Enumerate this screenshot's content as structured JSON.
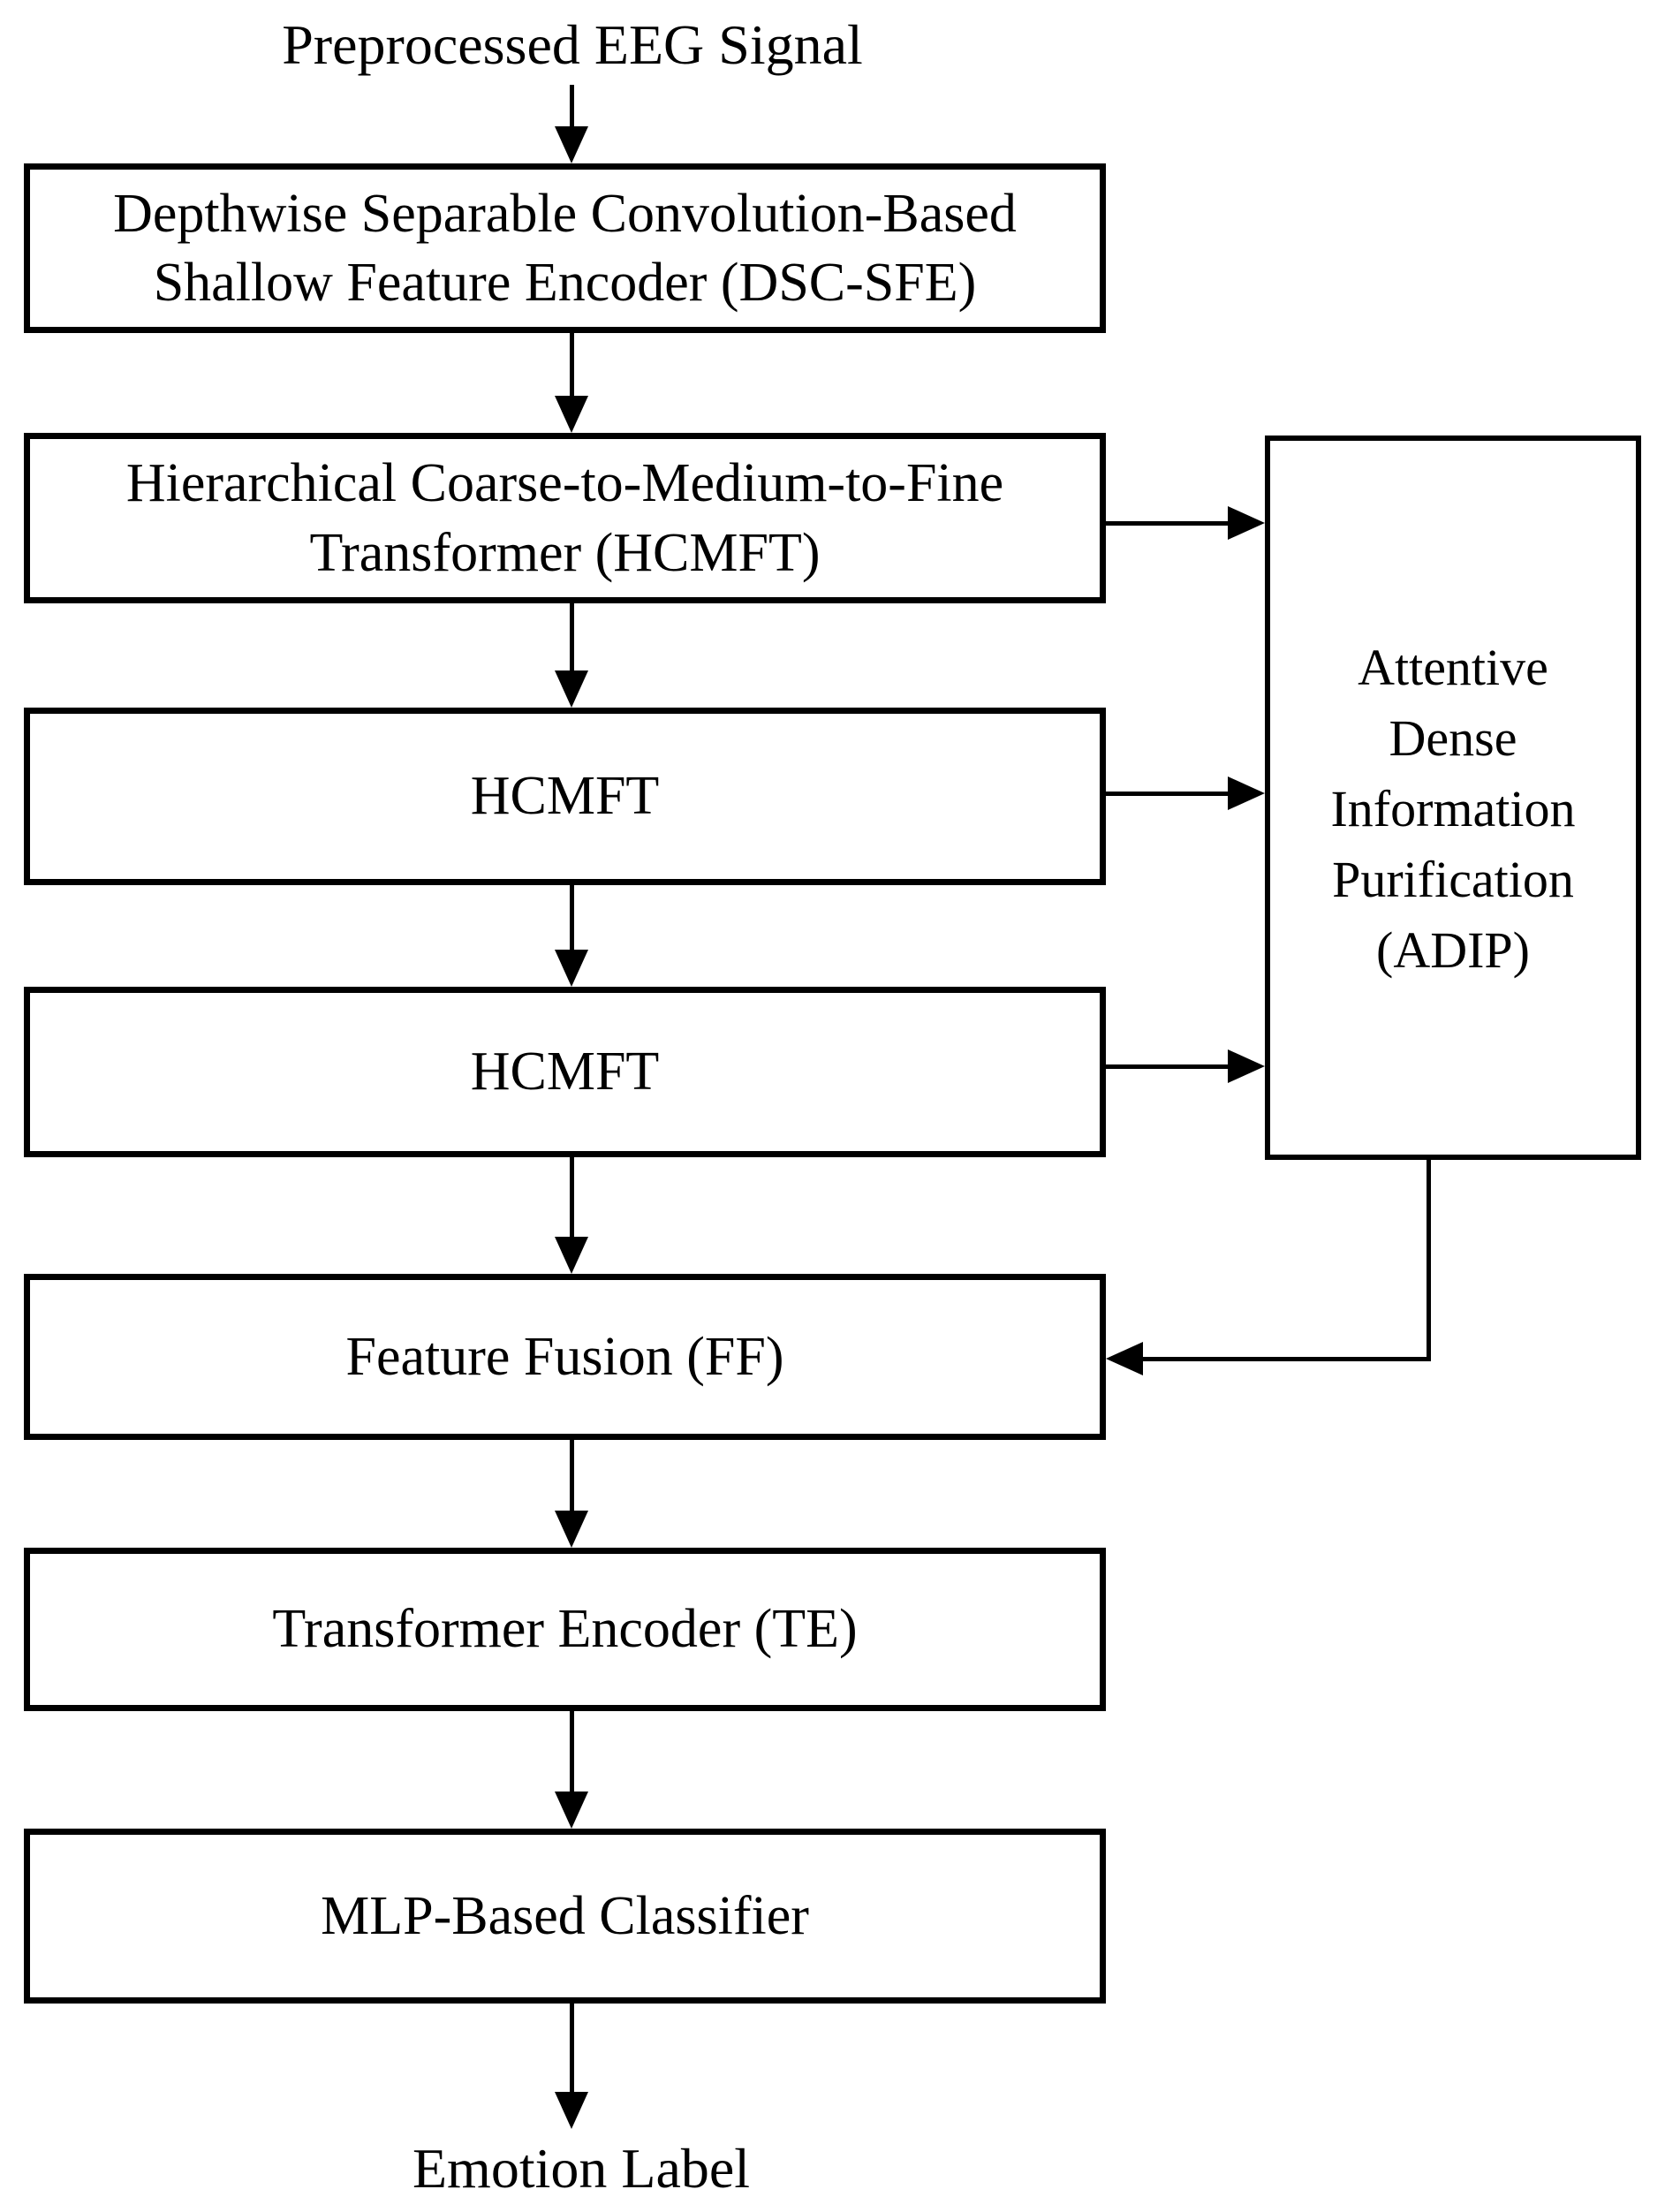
{
  "diagram": {
    "top_label": "Preprocessed EEG Signal",
    "bottom_label": "Emotion Label",
    "main_boxes": [
      {
        "id": "dsc-sfe",
        "label": "Depthwise Separable Convolution-Based\nShallow Feature Encoder (DSC-SFE)"
      },
      {
        "id": "hcmft-1",
        "label": "Hierarchical Coarse-to-Medium-to-Fine\nTransformer (HCMFT)"
      },
      {
        "id": "hcmft-2",
        "label": "HCMFT"
      },
      {
        "id": "hcmft-3",
        "label": "HCMFT"
      },
      {
        "id": "ff",
        "label": "Feature Fusion (FF)"
      },
      {
        "id": "te",
        "label": "Transformer Encoder (TE)"
      },
      {
        "id": "mlp",
        "label": "MLP-Based Classifier"
      }
    ],
    "side_box": {
      "id": "adip",
      "label": "Attentive\nDense\nInformation\nPurification\n(ADIP)"
    },
    "colors": {
      "line": "#000000",
      "background": "#ffffff",
      "box_fill": "#ffffff"
    }
  }
}
